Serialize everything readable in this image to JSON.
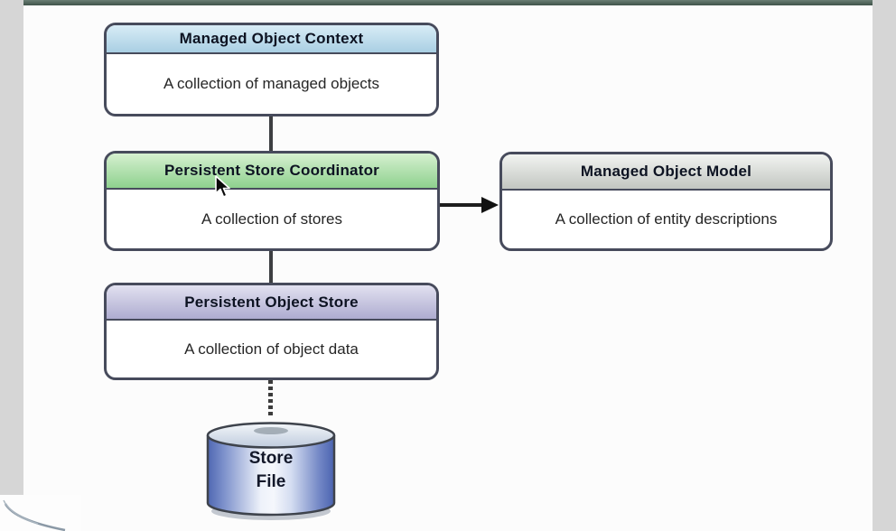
{
  "page": {
    "background_color": "#d6d6d6",
    "slide_color": "#fcfcfc",
    "top_bar_color": "#4a5c52"
  },
  "diagram": {
    "nodes": [
      {
        "id": "managed-object-context",
        "title": "Managed Object Context",
        "description": "A collection of managed objects",
        "header_top": "#d8ecf6",
        "header_bottom": "#a9cfe3"
      },
      {
        "id": "persistent-store-coordinator",
        "title": "Persistent Store Coordinator",
        "description": "A collection of stores",
        "header_top": "#d6f0d0",
        "header_bottom": "#8ed18e"
      },
      {
        "id": "managed-object-model",
        "title": "Managed Object Model",
        "description": "A collection of entity descriptions",
        "header_top": "#f2f4f1",
        "header_bottom": "#c2c6c1"
      },
      {
        "id": "persistent-object-store",
        "title": "Persistent Object Store",
        "description": "A collection of object data",
        "header_top": "#e2e1f0",
        "header_bottom": "#aeacd0"
      }
    ],
    "store_file": {
      "line1": "Store",
      "line2": "File",
      "body_edge_color": "#4f67b2",
      "body_center_color": "#f3f6fc",
      "top_color": "#ccd7e6"
    },
    "connectors": [
      {
        "from": "Managed Object Context",
        "to": "Persistent Store Coordinator",
        "style": "solid-line"
      },
      {
        "from": "Persistent Store Coordinator",
        "to": "Managed Object Model",
        "style": "arrow-right"
      },
      {
        "from": "Persistent Store Coordinator",
        "to": "Persistent Object Store",
        "style": "solid-line"
      },
      {
        "from": "Persistent Object Store",
        "to": "Store File",
        "style": "dotted-line"
      }
    ],
    "icons": {
      "cursor": "arrow-pointer"
    }
  }
}
